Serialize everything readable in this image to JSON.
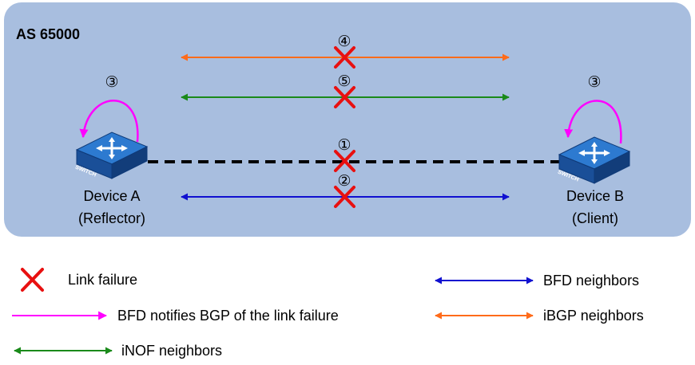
{
  "as_label": "AS 65000",
  "device_a": {
    "name": "Device A",
    "role": "(Reflector)"
  },
  "device_b": {
    "name": "Device B",
    "role": "(Client)"
  },
  "switch_text": "SWITCH",
  "steps": {
    "s1": "①",
    "s2": "②",
    "s3a": "③",
    "s3b": "③",
    "s4": "④",
    "s5": "⑤"
  },
  "legend": {
    "link_failure": "Link failure",
    "bfd_notify": "BFD notifies BGP of the link failure",
    "inof": "iNOF neighbors",
    "bfd_neighbors": "BFD neighbors",
    "ibgp_neighbors": "iBGP neighbors"
  },
  "colors": {
    "as_background": "#a8bedf",
    "ibgp": "#ff6b1a",
    "inof": "#1a8a1a",
    "bfd": "#1010d0",
    "notify": "#ff00ff",
    "failure": "#e81010",
    "switch": "#1f5fb0"
  }
}
